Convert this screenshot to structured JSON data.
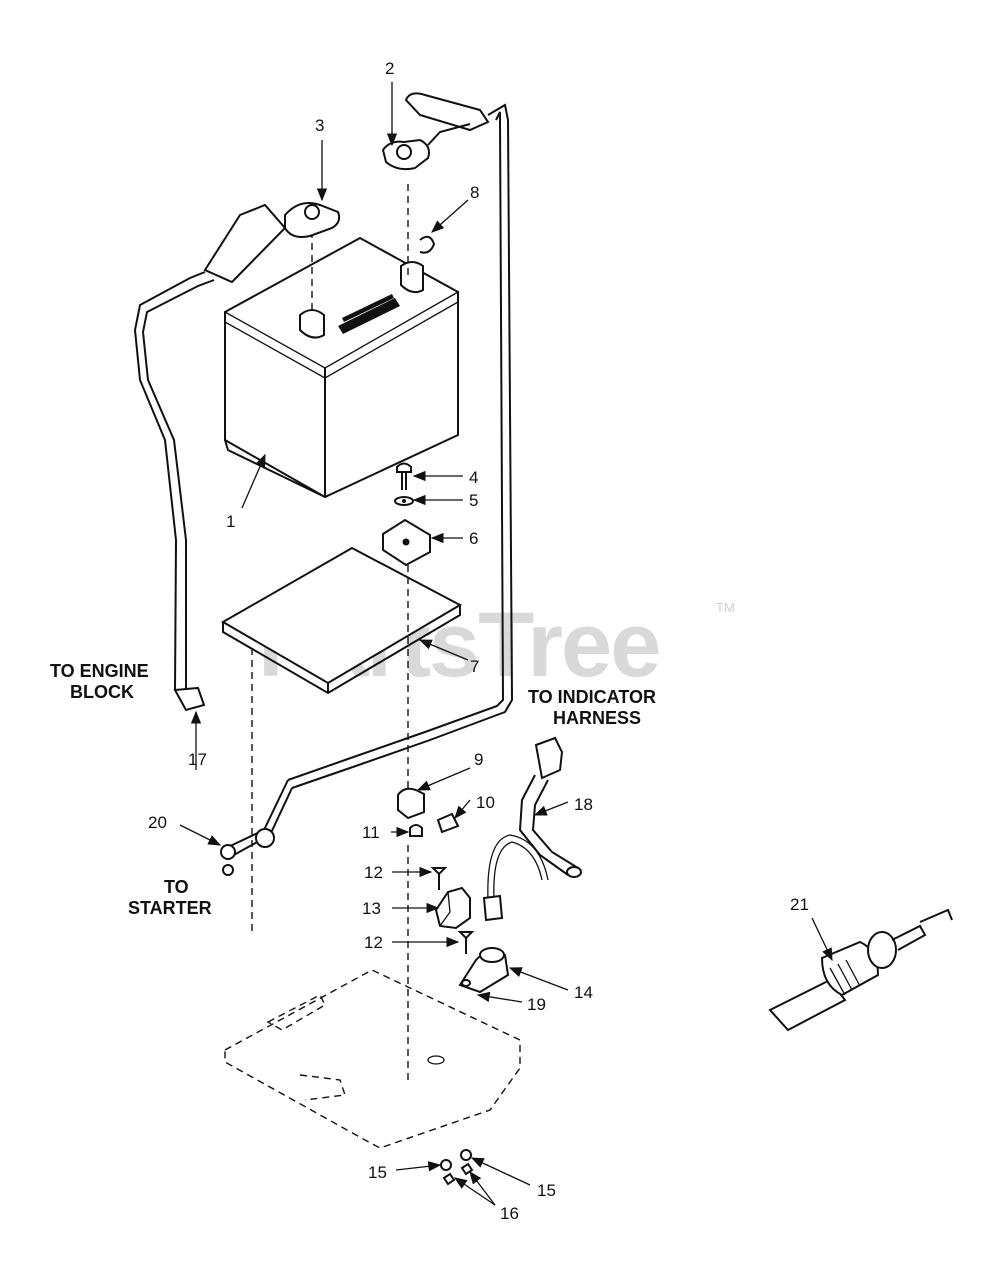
{
  "watermark": {
    "text": "PartsTree",
    "trademark": "TM"
  },
  "callouts": {
    "c1": "1",
    "c2": "2",
    "c3": "3",
    "c4": "4",
    "c5": "5",
    "c6": "6",
    "c7": "7",
    "c8": "8",
    "c9": "9",
    "c10": "10",
    "c11": "11",
    "c12a": "12",
    "c12b": "12",
    "c13": "13",
    "c14": "14",
    "c15a": "15",
    "c15b": "15",
    "c16": "16",
    "c17": "17",
    "c18": "18",
    "c19": "19",
    "c20": "20",
    "c21": "21"
  },
  "labels": {
    "engine_block_1": "TO ENGINE",
    "engine_block_2": "BLOCK",
    "indicator_1": "TO INDICATOR",
    "indicator_2": "HARNESS",
    "starter_1": "TO",
    "starter_2": "STARTER"
  }
}
